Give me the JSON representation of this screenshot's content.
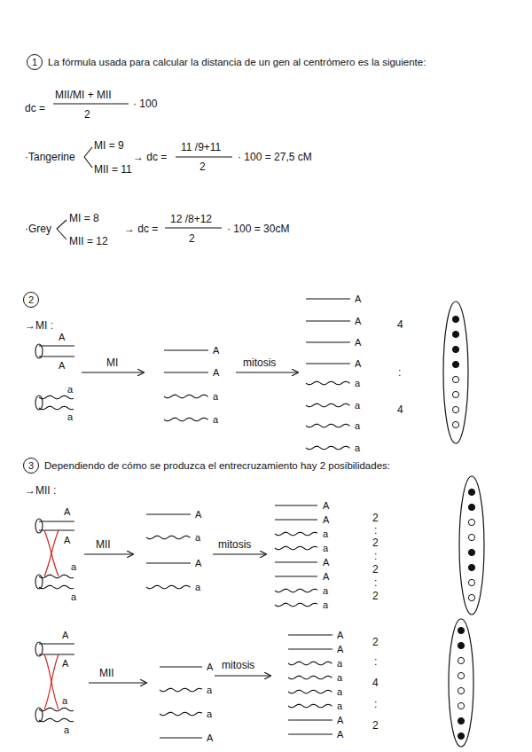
{
  "diagram": {
    "labels": [
      "1",
      "La fórmula usada para calcular la distancia de un gen al centrómero es la siguiente:",
      "dc =",
      "MII/MI + MII",
      "2",
      "· 100",
      "·Tangerine",
      "MI = 9",
      "MII = 11",
      "→ dc =",
      "11 /9+11",
      "2",
      "· 100 = 27,5 cM",
      "·Grey",
      "MI = 8",
      "MII = 12",
      "→ dc =",
      "12 /8+12",
      "2",
      "· 100 = 30cM",
      "2",
      "→MI :",
      "A",
      "A",
      "a",
      "a",
      "MI",
      "A",
      "A",
      "a",
      "a",
      "mitosis",
      "A",
      "A",
      "A",
      "A",
      "a",
      "a",
      "a",
      "a",
      "4",
      ":",
      "4",
      "3",
      "Dependiendo de cómo se produzca el entrecruzamiento hay 2 posibilidades:",
      "→MII :",
      "A",
      "A",
      "a",
      "a",
      "MII",
      "A",
      "a",
      "A",
      "a",
      "mitosis",
      "A",
      "A",
      "a",
      "a",
      "A",
      "A",
      "a",
      "a",
      "2",
      ":",
      "2",
      ":",
      "2",
      ":",
      "2",
      "A",
      "A",
      "a",
      "a",
      "MII",
      "A",
      "a",
      "a",
      "A",
      "mitosis",
      "A",
      "A",
      "a",
      "a",
      "a",
      "a",
      "A",
      "A",
      "2",
      ":",
      "4",
      ":",
      "2"
    ]
  }
}
